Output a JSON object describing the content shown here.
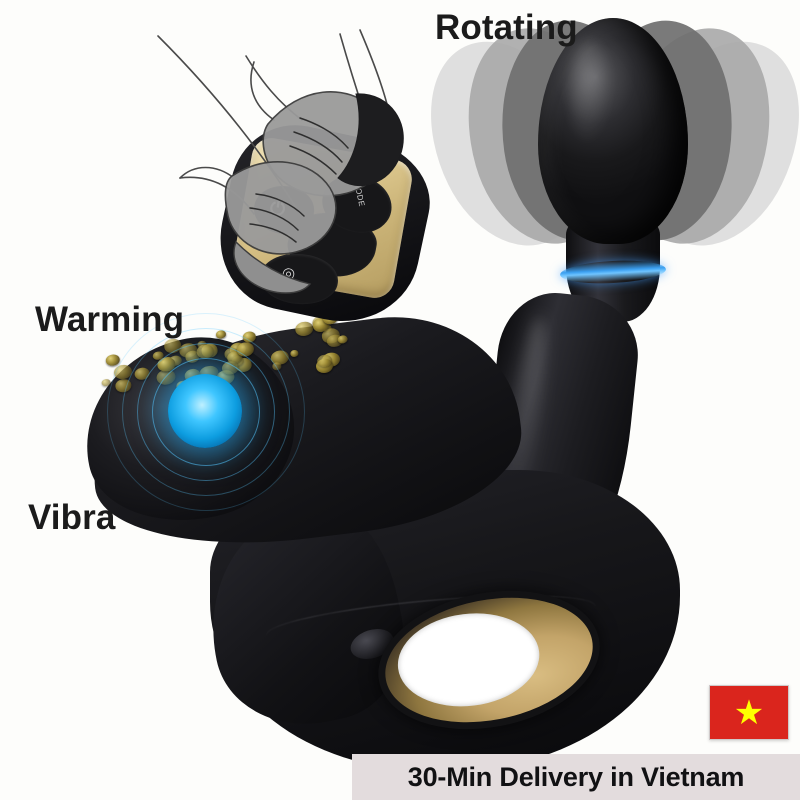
{
  "image": {
    "type": "product-listing-image",
    "background_color": "#fdfdfb"
  },
  "feature_labels": [
    {
      "id": "rotating",
      "text": "Rotating",
      "color": "#1b1b1b"
    },
    {
      "id": "warming",
      "text": "Warming",
      "color": "#1b1b1b"
    },
    {
      "id": "vibrating",
      "text": "Vibra",
      "color": "#1b1b1b",
      "note": "partially occluded by product"
    }
  ],
  "product": {
    "body_color": "#161618",
    "accent_ring_color": "#3b9ff0",
    "gold_ring_color": "#c3a469",
    "nub_color": "#9d8a33",
    "glow_color": "#0d9de0"
  },
  "remote": {
    "face_color": "#e0cb92",
    "button_color": "#171719",
    "buttons": [
      {
        "id": "power",
        "icon": "power-icon",
        "glyph": "⏻"
      },
      {
        "id": "mode",
        "icon": "mode-label",
        "glyph": "MODE"
      },
      {
        "id": "wave",
        "icon": "wave-icon",
        "glyph": "◎"
      }
    ]
  },
  "banner": {
    "text": "30-Min Delivery in Vietnam",
    "background_color": "#e3dcdd",
    "text_color": "#111113"
  },
  "flag": {
    "name": "vietnam-flag",
    "field_color": "#da251d",
    "star_color": "#ffff00",
    "star_glyph": "★"
  }
}
